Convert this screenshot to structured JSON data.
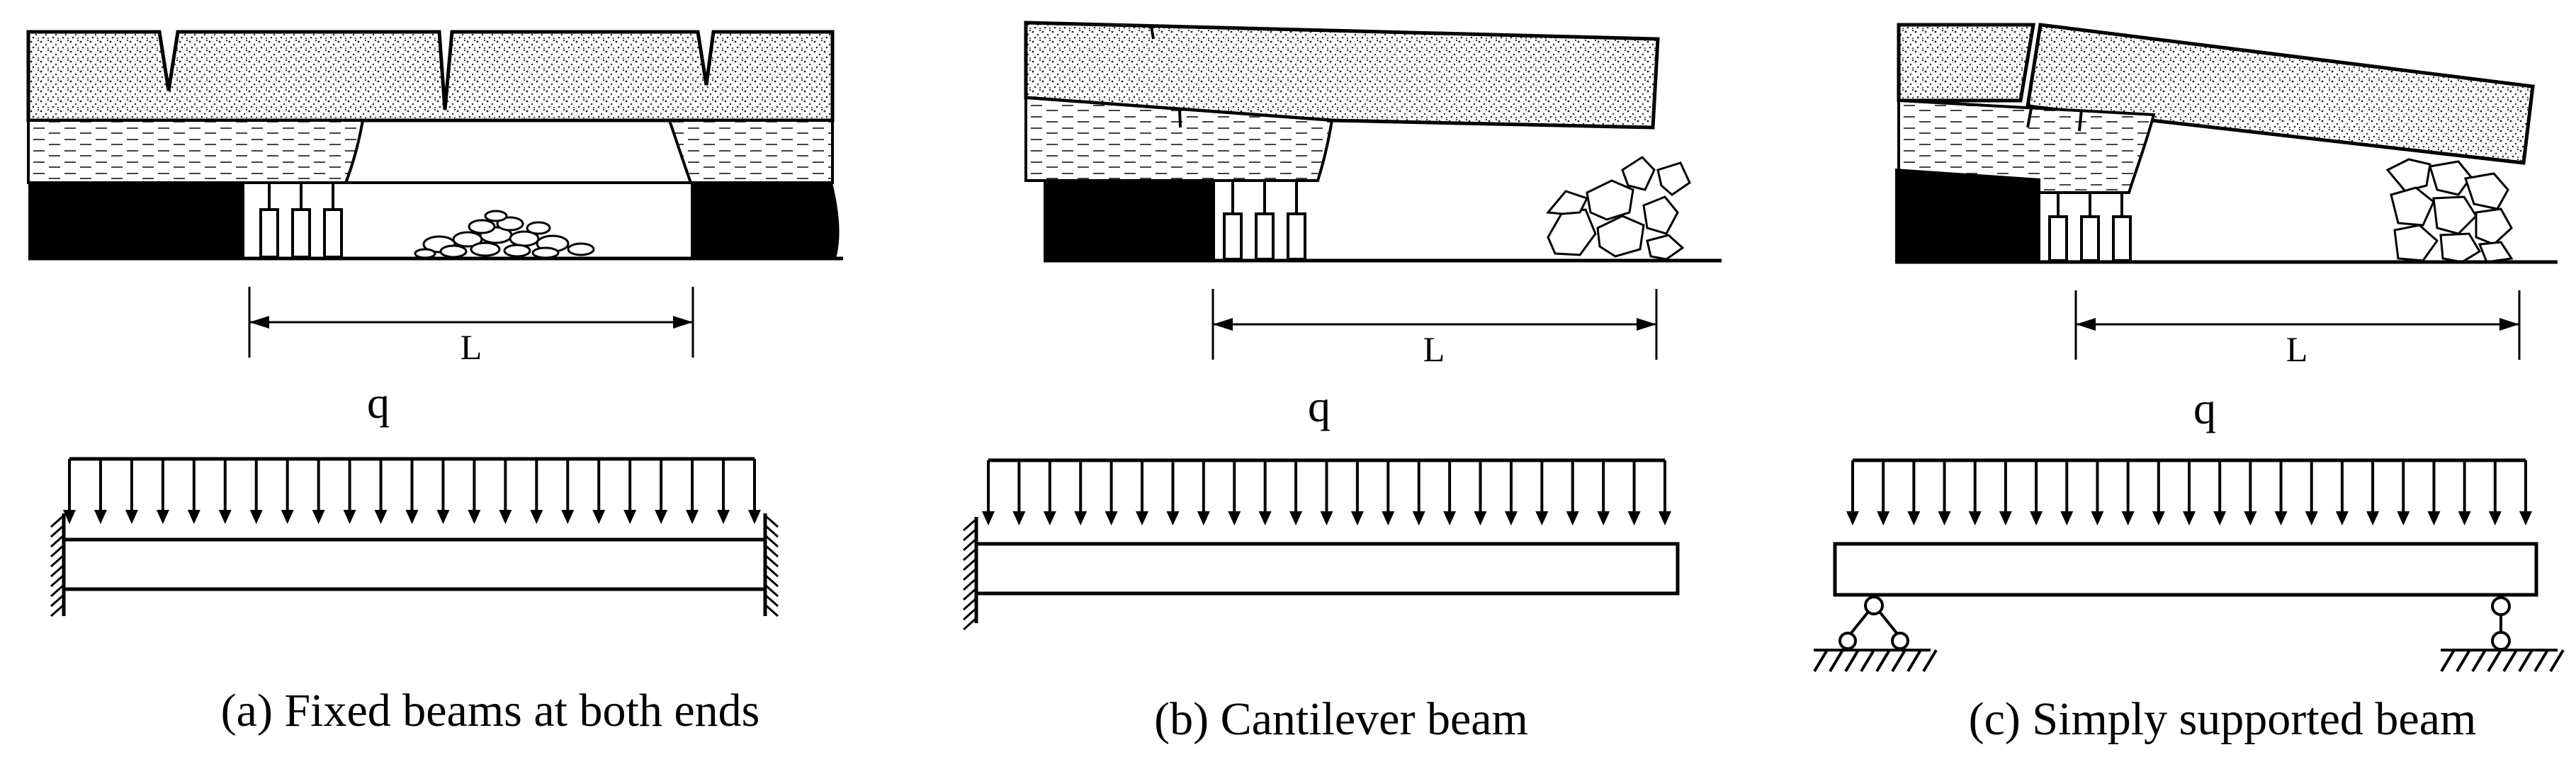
{
  "panels": [
    {
      "span_label": "L",
      "load_label": "q",
      "caption": "(a) Fixed beams at both ends"
    },
    {
      "span_label": "L",
      "load_label": "q",
      "caption": "(b) Cantilever beam"
    },
    {
      "span_label": "L",
      "load_label": "q",
      "caption": "(c) Simply supported beam"
    }
  ],
  "colors": {
    "ink": "#000000",
    "background": "#ffffff"
  }
}
